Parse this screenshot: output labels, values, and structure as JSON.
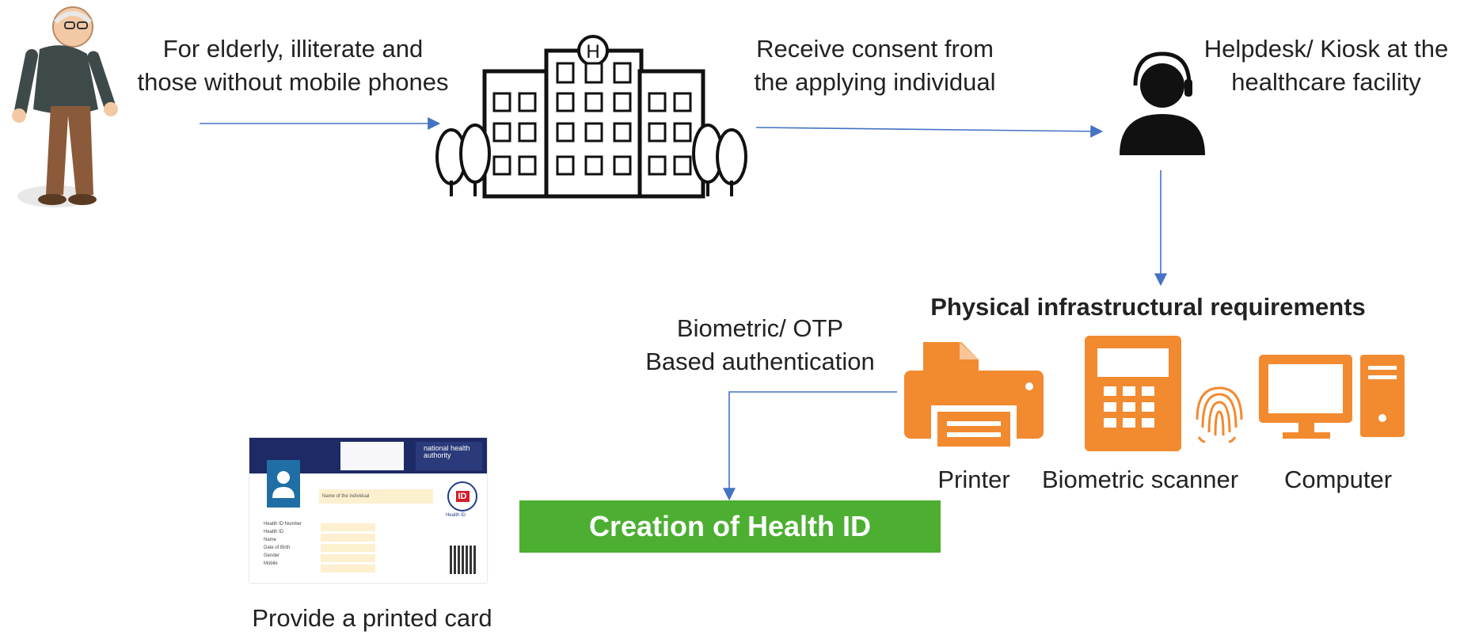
{
  "labels": {
    "elderly": [
      "For elderly, illiterate and",
      "those without mobile phones"
    ],
    "consent": [
      "Receive consent from",
      "the applying individual"
    ],
    "helpdesk": [
      "Helpdesk/ Kiosk at the",
      "healthcare facility"
    ],
    "infra_title": "Physical infrastructural requirements",
    "auth": [
      "Biometric/ OTP",
      "Based authentication"
    ],
    "printer": "Printer",
    "scanner": "Biometric scanner",
    "computer": "Computer",
    "creation": "Creation of Health ID",
    "printed_card": "Provide a printed card"
  },
  "card": {
    "name_placeholder": "Name of the individual",
    "field_labels": [
      "Health ID Number",
      "Health ID",
      "Name",
      "Date of Birth",
      "Gender",
      "Mobile"
    ],
    "id_logo": "ID",
    "id_caption": "Health ID",
    "nha_text": "national health authority"
  },
  "colors": {
    "arrow": "#4472c4",
    "infra_orange": "#f28a30",
    "creation_green": "#4caf32"
  },
  "icons": [
    "elderly-person-icon",
    "hospital-icon",
    "helpdesk-agent-icon",
    "printer-icon",
    "biometric-scanner-icon",
    "fingerprint-icon",
    "computer-icon",
    "health-id-card-image"
  ]
}
